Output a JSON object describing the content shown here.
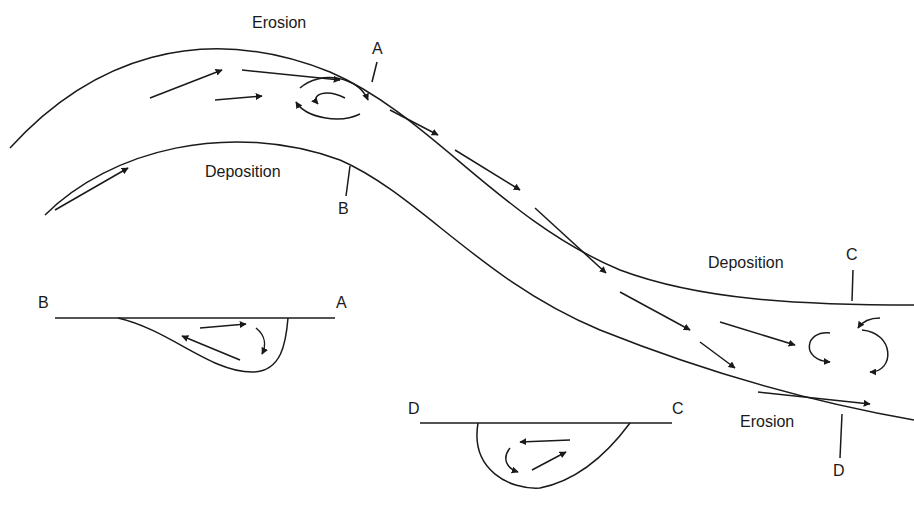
{
  "diagram": {
    "labels": [
      "Erosion",
      "A",
      "Deposition",
      "B",
      "B",
      "A",
      "Deposition",
      "C",
      "D",
      "C",
      "Erosion",
      "D"
    ]
  }
}
